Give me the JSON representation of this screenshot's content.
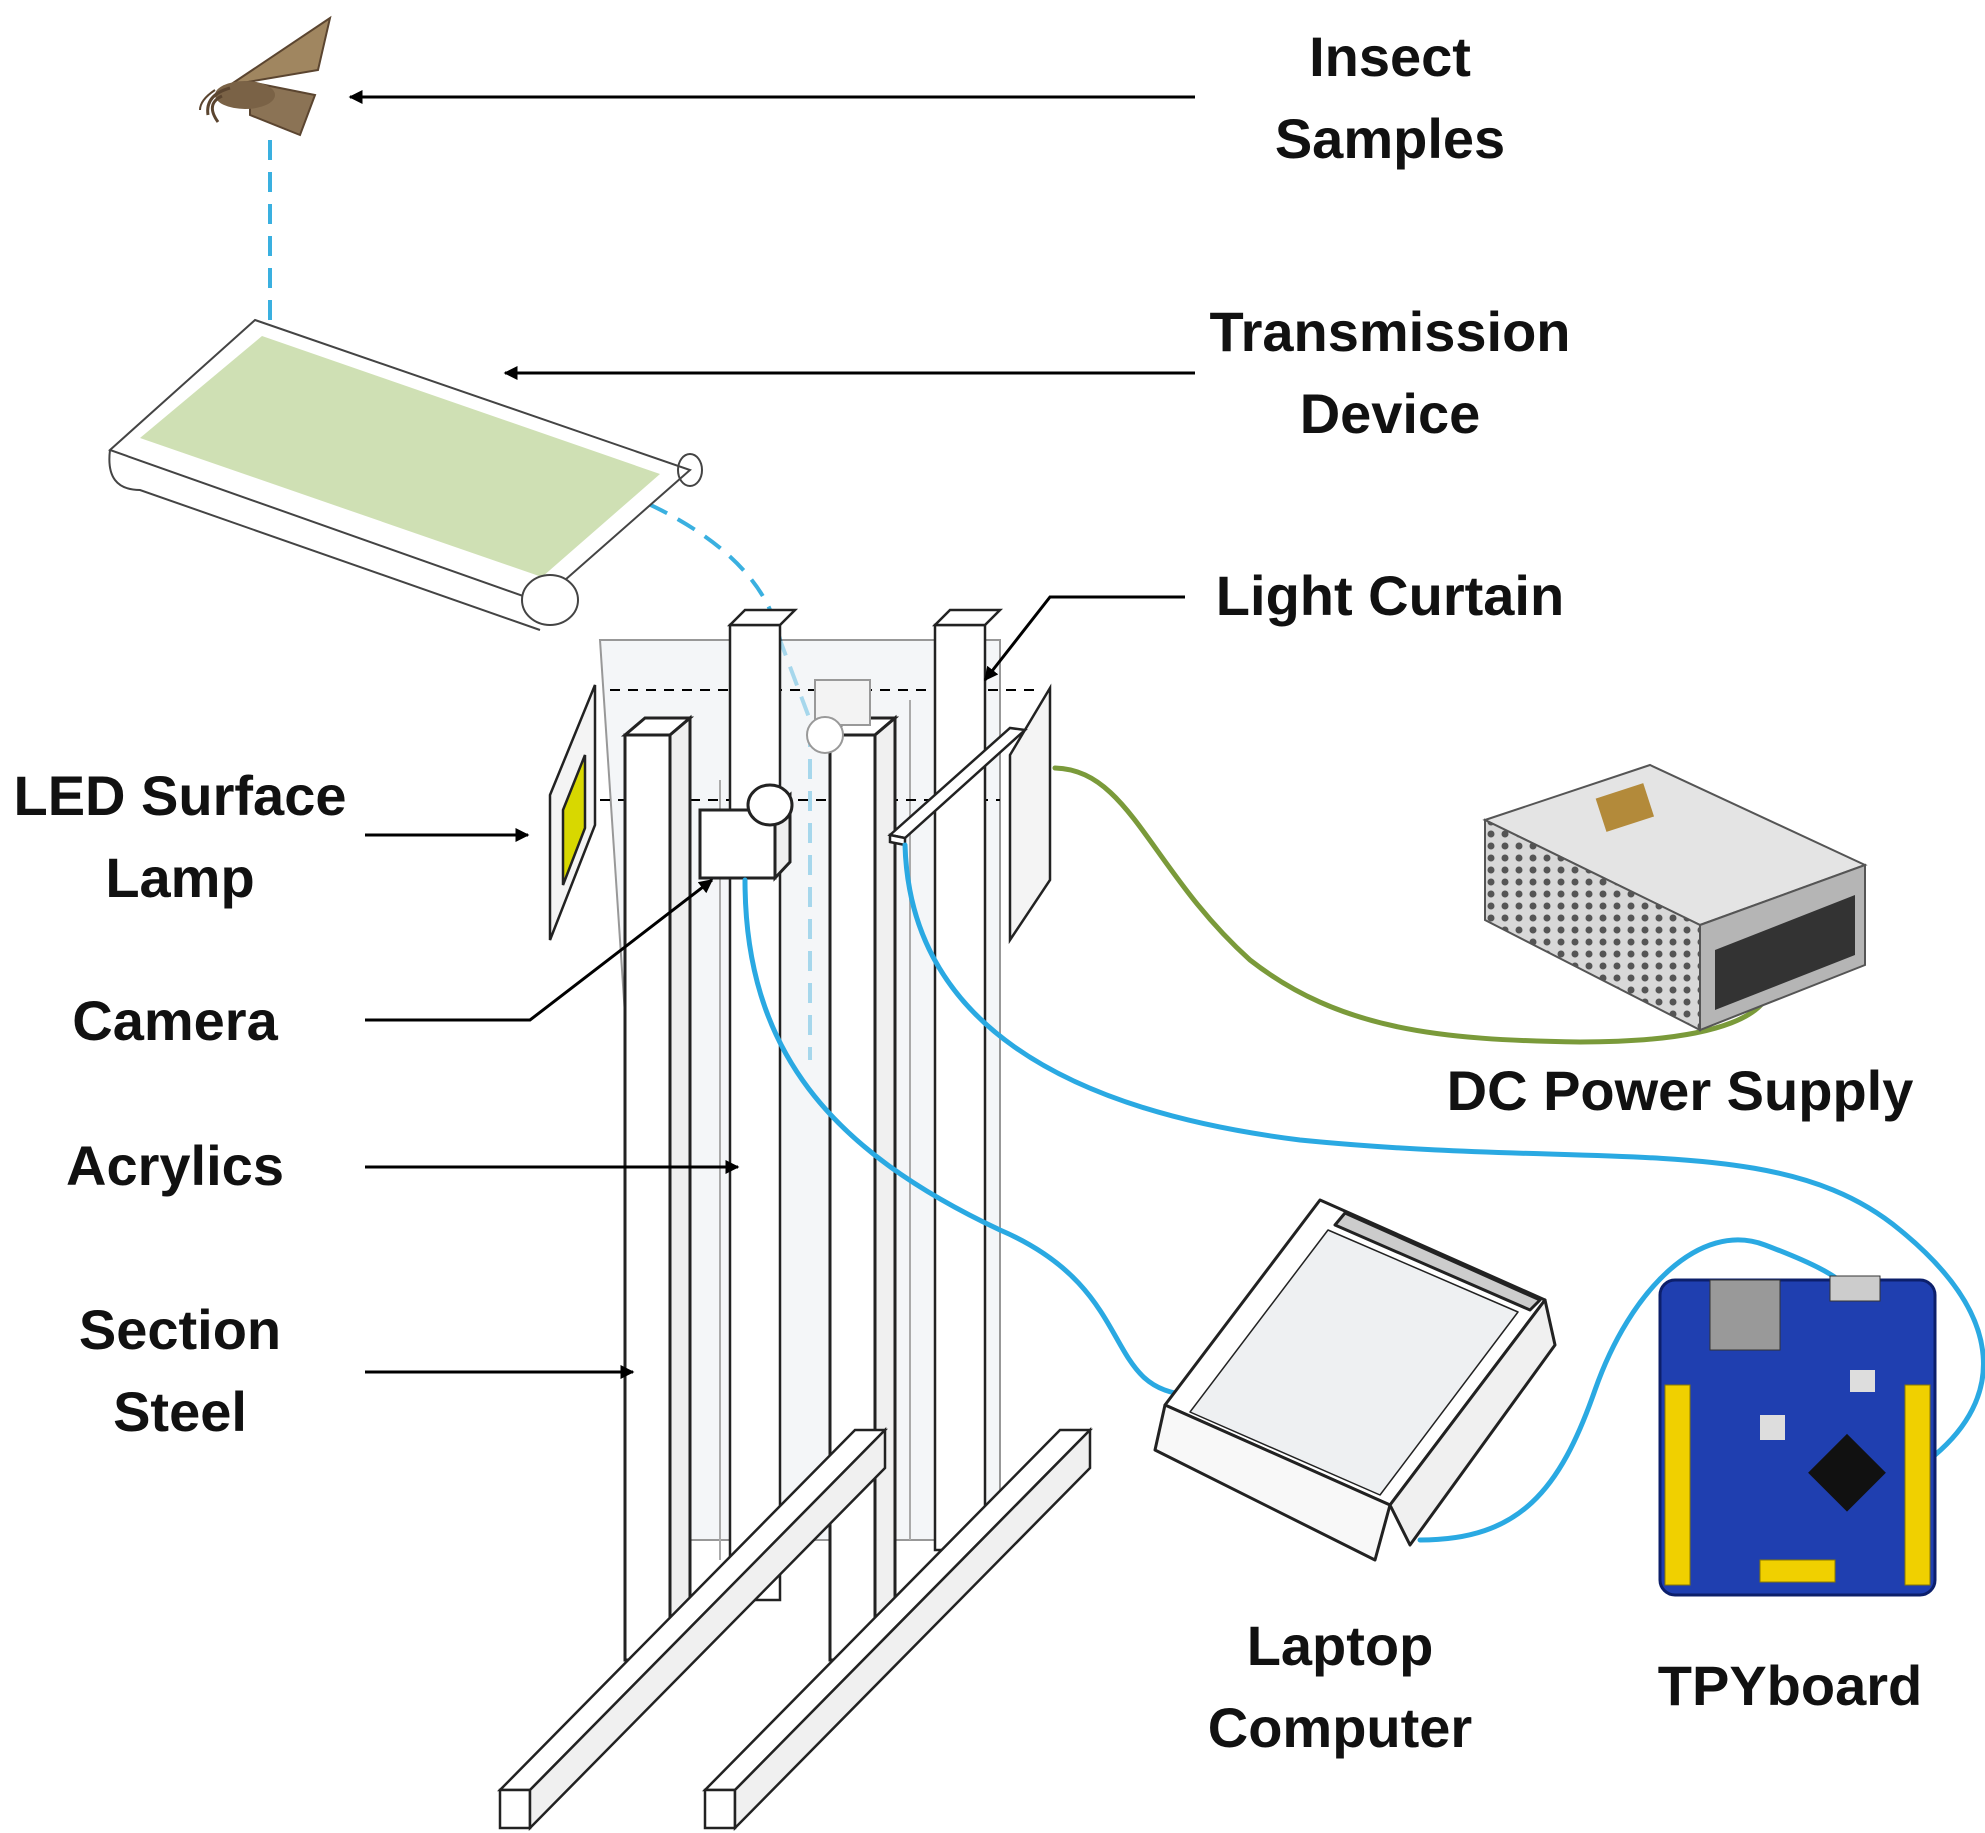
{
  "labels": {
    "insect_samples": [
      "Insect",
      "Samples"
    ],
    "transmission_device": [
      "Transmission",
      "Device"
    ],
    "light_curtain": "Light Curtain",
    "led_surface_lamp": [
      "LED Surface",
      "Lamp"
    ],
    "camera": "Camera",
    "acrylics": "Acrylics",
    "section_steel": [
      "Section",
      "Steel"
    ],
    "dc_power_supply": "DC Power Supply",
    "laptop_computer": [
      "Laptop",
      "Computer"
    ],
    "tpyboard": "TPYboard"
  },
  "colors": {
    "belt_surface": "#cfe0b4",
    "trajectory": "#3ab0e0",
    "usb_cable": "#2aa9e2",
    "power_cable": "#7a9a3a",
    "led_lamp": "#d8d800",
    "board_blue": "#1f3fb0",
    "header_yellow": "#f0d000"
  }
}
